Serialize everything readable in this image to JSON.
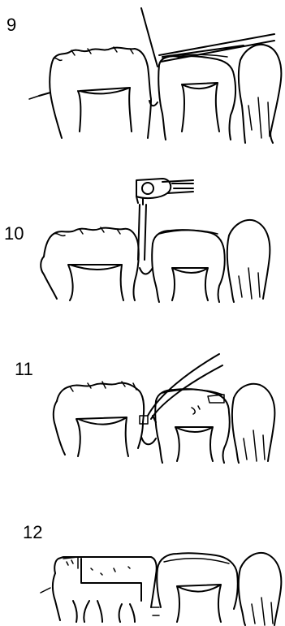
{
  "steps": [
    {
      "number": "9",
      "illustration": "tooth-row-with-probe"
    },
    {
      "number": "10",
      "illustration": "tooth-row-with-bur-handpiece"
    },
    {
      "number": "11",
      "illustration": "tooth-row-with-tweezers-wedge"
    },
    {
      "number": "12",
      "illustration": "tooth-row-with-restoration"
    }
  ],
  "colors": {
    "ink": "#000000",
    "paper": "#ffffff"
  }
}
